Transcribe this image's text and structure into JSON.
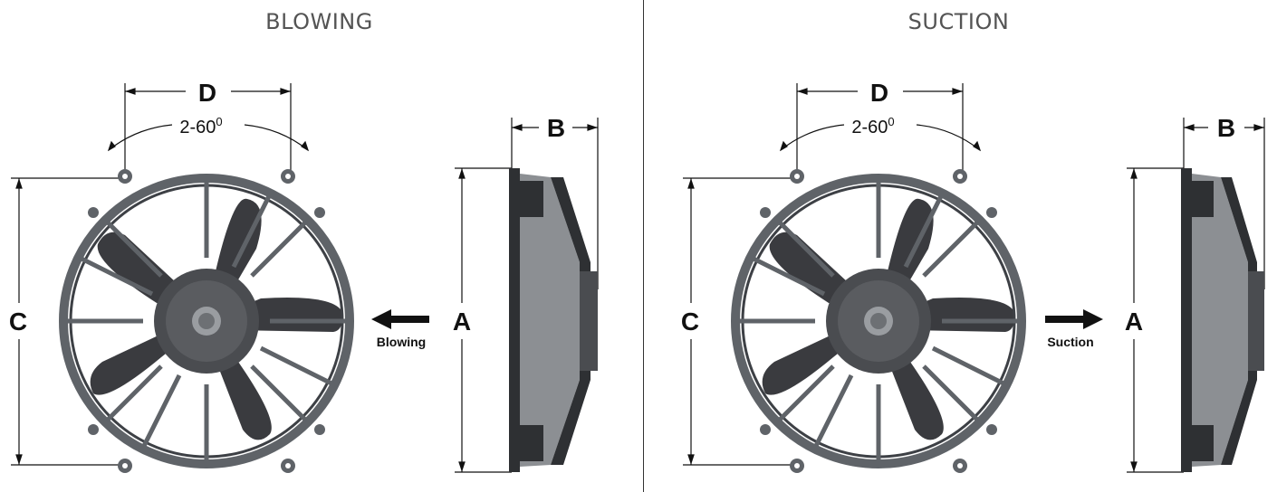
{
  "colors": {
    "frame": "#5f6368",
    "frame_dark": "#3d4045",
    "blade": "#3a3b3f",
    "hub": "#4a4c50",
    "side_body": "#8c8f93",
    "side_dark": "#2e3033",
    "dim_line": "#111111"
  },
  "panels": [
    {
      "title": "BLOWING",
      "labels": {
        "d": "D",
        "angle": "2-60",
        "angle_sup": "0",
        "c": "C",
        "a": "A",
        "b": "B"
      },
      "airflow": {
        "label": "Blowing",
        "direction": "left"
      }
    },
    {
      "title": "SUCTION",
      "labels": {
        "d": "D",
        "angle": "2-60",
        "angle_sup": "0",
        "c": "C",
        "a": "A",
        "b": "B"
      },
      "airflow": {
        "label": "Suction",
        "direction": "right"
      }
    }
  ]
}
